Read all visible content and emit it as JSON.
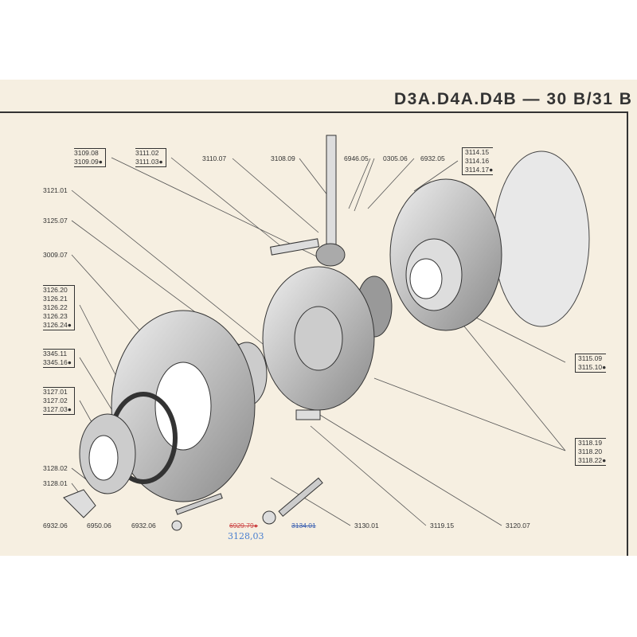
{
  "title": "D3A.D4A.D4B — 30 B/31 B",
  "groups": {
    "g3109": [
      "3109.08",
      "3109.09●"
    ],
    "g3111": [
      "3111.02",
      "3111.03●"
    ],
    "g3114": [
      "3114.15",
      "3114.16",
      "3114.17●"
    ],
    "g3126": [
      "3126.20",
      "3126.21",
      "3126.22",
      "3126.23",
      "3126.24●"
    ],
    "g3345": [
      "3345.11",
      "3345.16●"
    ],
    "g3127": [
      "3127.01",
      "3127.02",
      "3127.03●"
    ],
    "g3115": [
      "3115.09",
      "3115.10●"
    ],
    "g3118": [
      "3118.19",
      "3118.20",
      "3118.22●"
    ]
  },
  "labels": {
    "p3110_07": "3110.07",
    "p3108_09": "3108.09",
    "p6946_05": "6946.05",
    "p0305_06": "0305.06",
    "p6932_05": "6932.05",
    "p3121_01": "3121.01",
    "p3125_07": "3125.07",
    "p3009_07": "3009.07",
    "p3128_02": "3128.02",
    "p3128_01": "3128.01",
    "p6932_06a": "6932.06",
    "p6950_06": "6950.06",
    "p6932_06b": "6932.06",
    "p6929_79": "6929.79●",
    "p3128_03": "3128,03",
    "p3134_01": "3134.01",
    "p3130_01": "3130.01",
    "p3119_15": "3119.15",
    "p3120_07": "3120.07"
  }
}
